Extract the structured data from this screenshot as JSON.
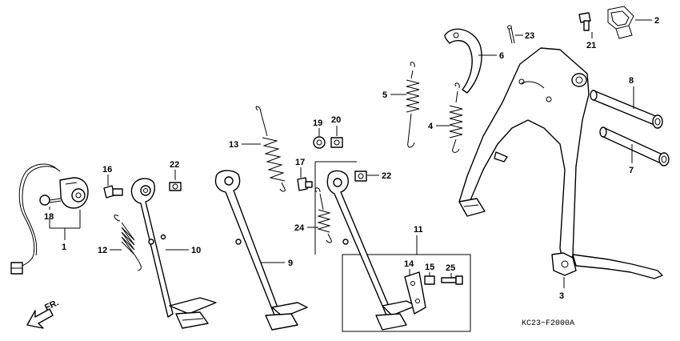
{
  "diagram": {
    "code": "KC23~F2000A",
    "direction_label": "FR.",
    "labels": {
      "p1": "1",
      "p2": "2",
      "p3": "3",
      "p4": "4",
      "p5": "5",
      "p6": "6",
      "p7": "7",
      "p8": "8",
      "p9": "9",
      "p10": "10",
      "p11": "11",
      "p12": "12",
      "p13": "13",
      "p14": "14",
      "p15": "15",
      "p16": "16",
      "p17": "17",
      "p18": "18",
      "p19": "19",
      "p20": "20",
      "p21": "21",
      "p22a": "22",
      "p22b": "22",
      "p23": "23",
      "p24": "24",
      "p25": "25"
    }
  }
}
